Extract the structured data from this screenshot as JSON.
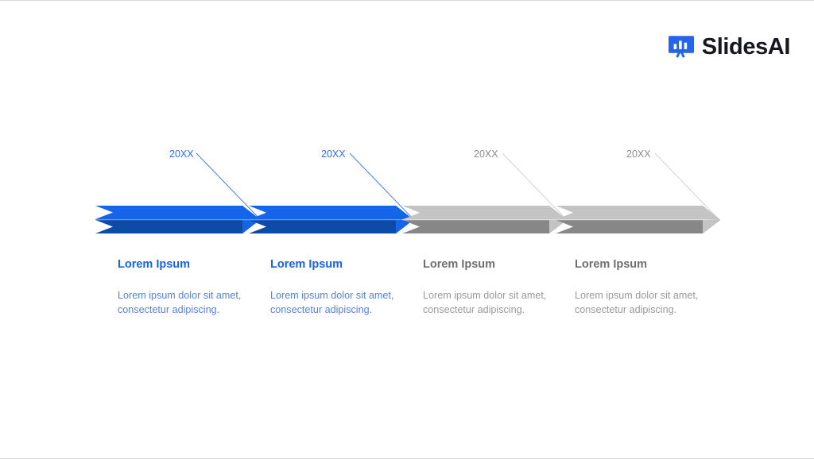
{
  "brand": {
    "name": "SlidesAI",
    "logo_icon": "presentation-board-chart-icon",
    "logo_color": "#2563eb",
    "text_color": "#16181d"
  },
  "theme": {
    "background": "#ffffff",
    "arrow_blue_top": "#1565e8",
    "arrow_blue_bottom": "#0e4ba8",
    "arrow_gray_top": "#c4c4c4",
    "arrow_gray_bottom": "#878787",
    "connector_blue": "#4a7fe4",
    "connector_gray": "#d2d2d2",
    "title_blue": "#1a62e0",
    "body_blue": "#5382e6",
    "title_gray": "#6f6f6f",
    "body_gray": "#9a9a9a"
  },
  "timeline": {
    "type": "arrow-process-timeline",
    "segment_count": 4,
    "steps": [
      {
        "year": "20XX",
        "title": "Lorem Ipsum",
        "body": "Lorem ipsum dolor sit amet, consectetur adipiscing.",
        "state": "active",
        "accent": "#1565e8"
      },
      {
        "year": "20XX",
        "title": "Lorem Ipsum",
        "body": "Lorem ipsum dolor sit amet, consectetur adipiscing.",
        "state": "active",
        "accent": "#1565e8"
      },
      {
        "year": "20XX",
        "title": "Lorem Ipsum",
        "body": "Lorem ipsum dolor sit amet, consectetur adipiscing.",
        "state": "inactive",
        "accent": "#c4c4c4"
      },
      {
        "year": "20XX",
        "title": "Lorem Ipsum",
        "body": "Lorem ipsum dolor sit amet, consectetur adipiscing.",
        "state": "inactive",
        "accent": "#c4c4c4"
      }
    ]
  }
}
